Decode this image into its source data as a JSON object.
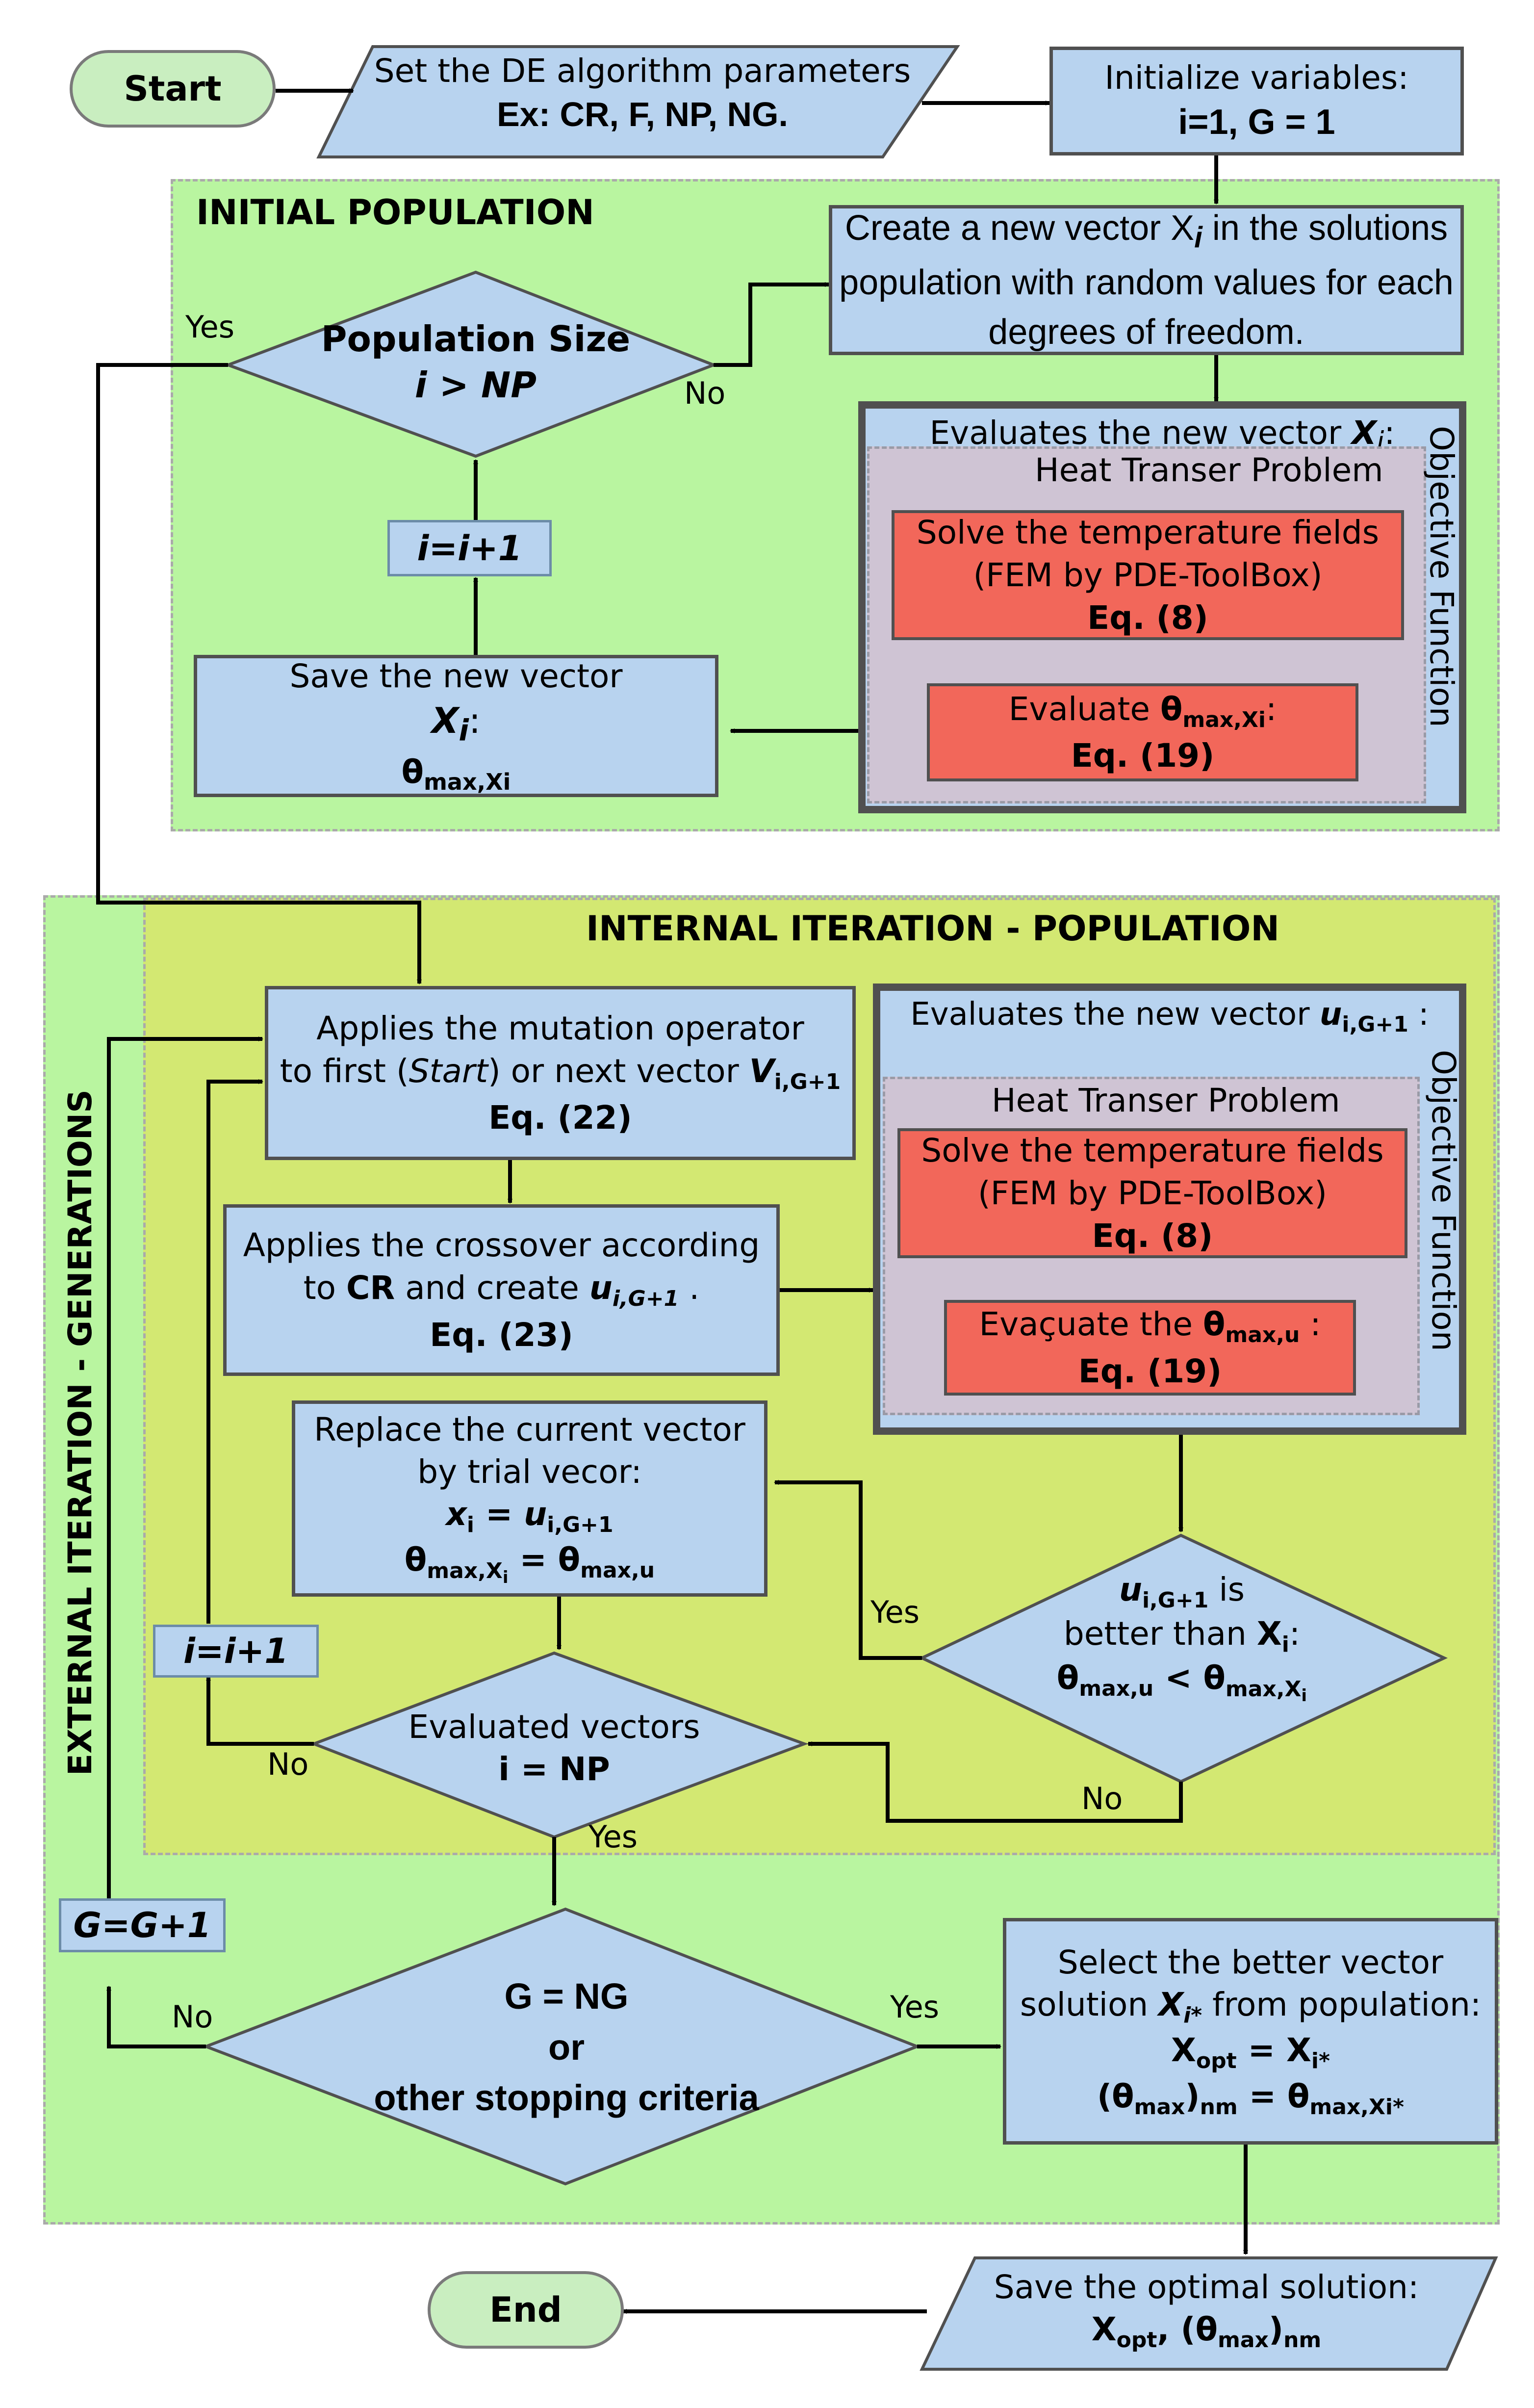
{
  "start": {
    "label": "Start"
  },
  "end": {
    "label": "End"
  },
  "set_params": {
    "line1": "Set the DE algorithm parameters",
    "line2": "Ex: CR, F, NP, NG."
  },
  "init_vars": {
    "line1": "Initialize variables:",
    "line2": "i=1, G = 1"
  },
  "initial_population": {
    "title": "INITIAL POPULATION",
    "create_vector": {
      "line1": "Create a new vector X",
      "sub": "i",
      "line1b": " in the solutions",
      "line2": "population with random values for each",
      "line3": "degrees of freedom."
    },
    "decision": {
      "line1": "Population Size",
      "line2": "i > NP",
      "yes": "Yes",
      "no": "No"
    },
    "increment": "i=i+1",
    "save_vector": {
      "line1": "Save the new vector",
      "line2": "X",
      "line2sub": "i",
      "line2b": ":",
      "line3": "θ",
      "line3sub": "max,Xi"
    },
    "objective": {
      "side_label": "Objective Function",
      "header": "Evaluates the new vector ",
      "header_var": "X",
      "header_sub": "i",
      "header_end": ":",
      "problem": "Heat Transer Problem",
      "solve": {
        "line1": "Solve the temperature fields",
        "line2": "(FEM by PDE-ToolBox)",
        "line3": "Eq. (8)"
      },
      "evaluate": {
        "line1": "Evaluate ",
        "theta": "θ",
        "sub": "max,Xi",
        "end": ":",
        "line2": "Eq. (19)"
      }
    }
  },
  "external": {
    "title": "EXTERNAL ITERATION - GENERATIONS"
  },
  "internal": {
    "title": "INTERNAL ITERATION - POPULATION",
    "mutation": {
      "line1": "Applies the mutation operator",
      "line2a": "to first (",
      "line2i": "Start",
      "line2b": ") or next vector ",
      "line2v": "V",
      "line2sub": "i,G+1",
      "line3": "Eq. (22)"
    },
    "crossover": {
      "line1": "Applies the crossover according",
      "line2a": "to ",
      "line2cr": "CR",
      "line2b": " and create ",
      "line2u": "u",
      "line2sub": "i,G+1",
      "line2c": " .",
      "line3": "Eq. (23)"
    },
    "objective": {
      "side_label": "Objective Function",
      "header": "Evaluates the new vector  ",
      "header_var": "u",
      "header_sub": "i,G+1",
      "header_end": " :",
      "problem": "Heat Transer Problem",
      "solve": {
        "line1": "Solve the temperature fields",
        "line2": "(FEM by PDE-ToolBox)",
        "line3": "Eq. (8)"
      },
      "evaluate": {
        "line1": "Evaçuate the ",
        "theta": "θ",
        "sub": "max,u",
        "end": " :",
        "line2": "Eq. (19)"
      }
    },
    "replace": {
      "line1": "Replace the current vector",
      "line2": "by trial vecor:",
      "line3a": "x",
      "line3sub": "i",
      "line3b": " = ",
      "line3u": "u",
      "line3usub": "i,G+1",
      "line4a": "θ",
      "line4sub": "max,X",
      "line4subsub": "i",
      "line4b": " = θ",
      "line4sub2": "max,u"
    },
    "better": {
      "line1a": "u",
      "line1sub": "i,G+1",
      "line1b": " is",
      "line2a": "better than ",
      "line2x": "X",
      "line2sub": "i",
      "line2b": ":",
      "line3a": "θ",
      "line3sub": "max,u",
      "line3b": " < θ",
      "line3sub2": "max,X",
      "line3subsub": "i",
      "yes": "Yes",
      "no": "No"
    },
    "evaluated": {
      "line1": "Evaluated vectors",
      "line2": "i = NP",
      "yes": "Yes",
      "no": "No"
    },
    "increment": "i=i+1"
  },
  "stop": {
    "line1": "G = NG",
    "line2": "or",
    "line3": "other stopping criteria",
    "yes": "Yes",
    "no": "No"
  },
  "gen_increment": "G=G+1",
  "select": {
    "line1": "Select the better vector",
    "line2a": "solution ",
    "line2x": "X",
    "line2sub": "i*",
    "line2b": " from population:",
    "line3a": "X",
    "line3sub": "opt",
    "line3b": " = ",
    "line3x": "X",
    "line3sub2": "i*",
    "line4a": "(θ",
    "line4sub": "max",
    "line4b": ")",
    "line4sub2": "nm",
    "line4c": " = θ",
    "line4sub3": "max,Xi*"
  },
  "save_optimal": {
    "line1": "Save the optimal solution:",
    "line2a": "X",
    "line2sub": "opt",
    "line2b": ",  (θ",
    "line2sub2": "max",
    "line2c": ")",
    "line2sub3": "nm"
  },
  "colors": {
    "green_region": "#b9f5a0",
    "olive_region": "#d3e872",
    "box": "#b8d3ef",
    "red": "#f2675a",
    "objective_inner": "#cfc4d4",
    "terminal": "#c9eec0"
  }
}
